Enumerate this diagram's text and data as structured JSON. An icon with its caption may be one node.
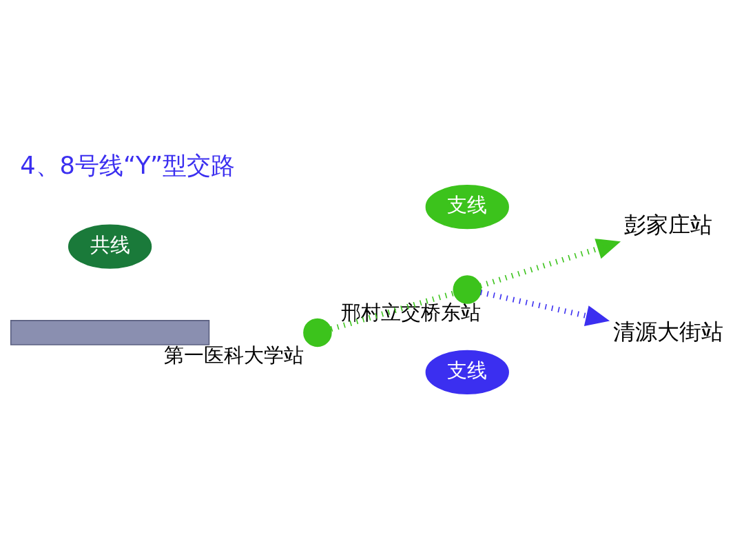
{
  "diagram": {
    "title": "4、8号线“Y”型交路",
    "nodes": [
      {
        "text": [],
        "shape": "circle",
        "beside": [
          "第一医科大学站"
        ]
      },
      {
        "text": [],
        "shape": "circle",
        "beside": [
          "邢村立交桥东站"
        ]
      },
      {
        "text": [
          "彭家庄站"
        ]
      },
      {
        "text": [
          "清源大街站"
        ]
      },
      {
        "text": [
          "共线"
        ]
      },
      {
        "text": [
          "支线"
        ]
      },
      {
        "text": [
          "支线"
        ]
      },
      {
        "text": [],
        "shape": "box"
      }
    ],
    "edges": [
      {
        "from": 0,
        "to": 1,
        "arrow": "none",
        "style": "dashed"
      },
      {
        "from": 1,
        "to": 2,
        "arrow": "to",
        "style": "dashed"
      },
      {
        "from": 1,
        "to": 3,
        "arrow": "to",
        "style": "dashed",
        "color": "#3b2ff0"
      }
    ]
  }
}
